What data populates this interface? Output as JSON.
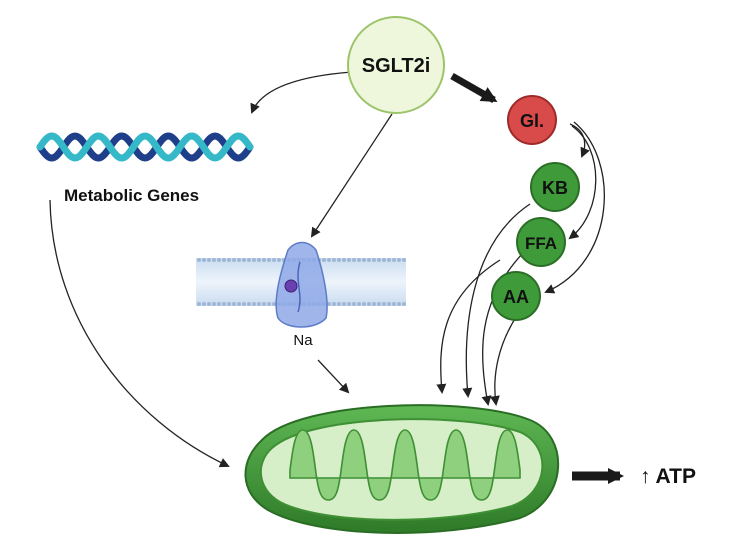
{
  "nodes": {
    "drug": {
      "label": "SGLT2i",
      "fill": "#eef7dc",
      "stroke": "#9cc46a"
    },
    "glucose": {
      "label": "Gl.",
      "fill": "#d94a4a",
      "stroke": "#9e2a2a"
    },
    "ketone_bodies": {
      "label": "KB",
      "fill": "#3f9a3a",
      "stroke": "#2b6f27"
    },
    "free_fatty_acids": {
      "label": "FFA",
      "fill": "#3f9a3a",
      "stroke": "#2b6f27"
    },
    "amino_acids": {
      "label": "AA",
      "fill": "#3f9a3a",
      "stroke": "#2b6f27"
    }
  },
  "labels": {
    "genes": "Metabolic Genes",
    "sodium": "Na",
    "atp": "↑ ATP"
  },
  "icons": {
    "dna": "dna-helix-icon",
    "membrane": "cell-membrane-transporter-icon",
    "mitochondrion": "mitochondrion-icon"
  },
  "colors": {
    "dna_dark": "#1f3f8a",
    "dna_light": "#35b8c8",
    "membrane": "#a9c4e4",
    "transporter": "#7f9fe0",
    "mito_outer": "#3c8f34",
    "mito_inner": "#8fd07e"
  }
}
